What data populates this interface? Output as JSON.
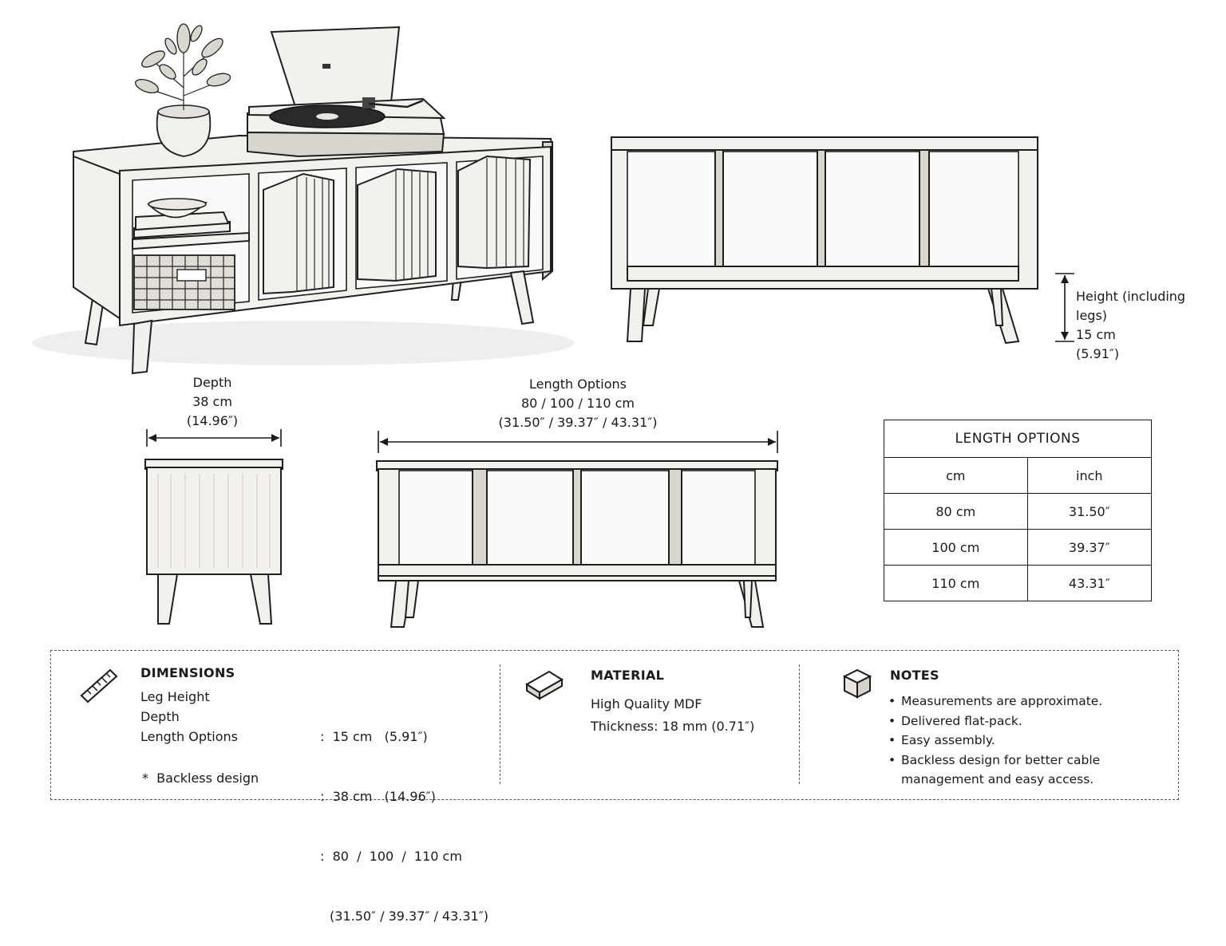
{
  "labels": {
    "height": {
      "title": "Height (including legs)",
      "cm": "15 cm",
      "inch": "(5.91″)"
    },
    "depth": {
      "title": "Depth",
      "cm": "38 cm",
      "inch": "(14.96″)"
    },
    "length": {
      "title": "Length Options",
      "cm": "80 / 100 / 110  cm",
      "inch": "(31.50″ / 39.37″ / 43.31″)"
    }
  },
  "length_table": {
    "title": "LENGTH OPTIONS",
    "headers": [
      "cm",
      "inch"
    ],
    "rows": [
      [
        "80 cm",
        "31.50″"
      ],
      [
        "100 cm",
        "39.37″"
      ],
      [
        "110 cm",
        "43.31″"
      ]
    ]
  },
  "dimensions": {
    "title": "DIMENSIONS",
    "rows": [
      {
        "label": "Leg Height",
        "value": ":  15 cm   (5.91″)"
      },
      {
        "label": "Depth",
        "value": ":  38 cm   (14.96″)"
      },
      {
        "label": "Length Options",
        "value": ":  80  /  100  /  110 cm",
        "value2": "(31.50″ / 39.37″ / 43.31″)"
      }
    ],
    "note": "*  Backless design"
  },
  "material": {
    "title": "MATERIAL",
    "line1": "High Quality MDF",
    "line2": "Thickness: 18 mm (0.71″)"
  },
  "notes": {
    "title": "NOTES",
    "items": [
      "Measurements are approximate.",
      "Delivered flat-pack.",
      "Easy assembly.",
      "Backless design for better cable management and easy access."
    ]
  },
  "icons": {
    "dimensions": "ruler-icon",
    "material": "board-icon",
    "notes": "box-icon"
  }
}
